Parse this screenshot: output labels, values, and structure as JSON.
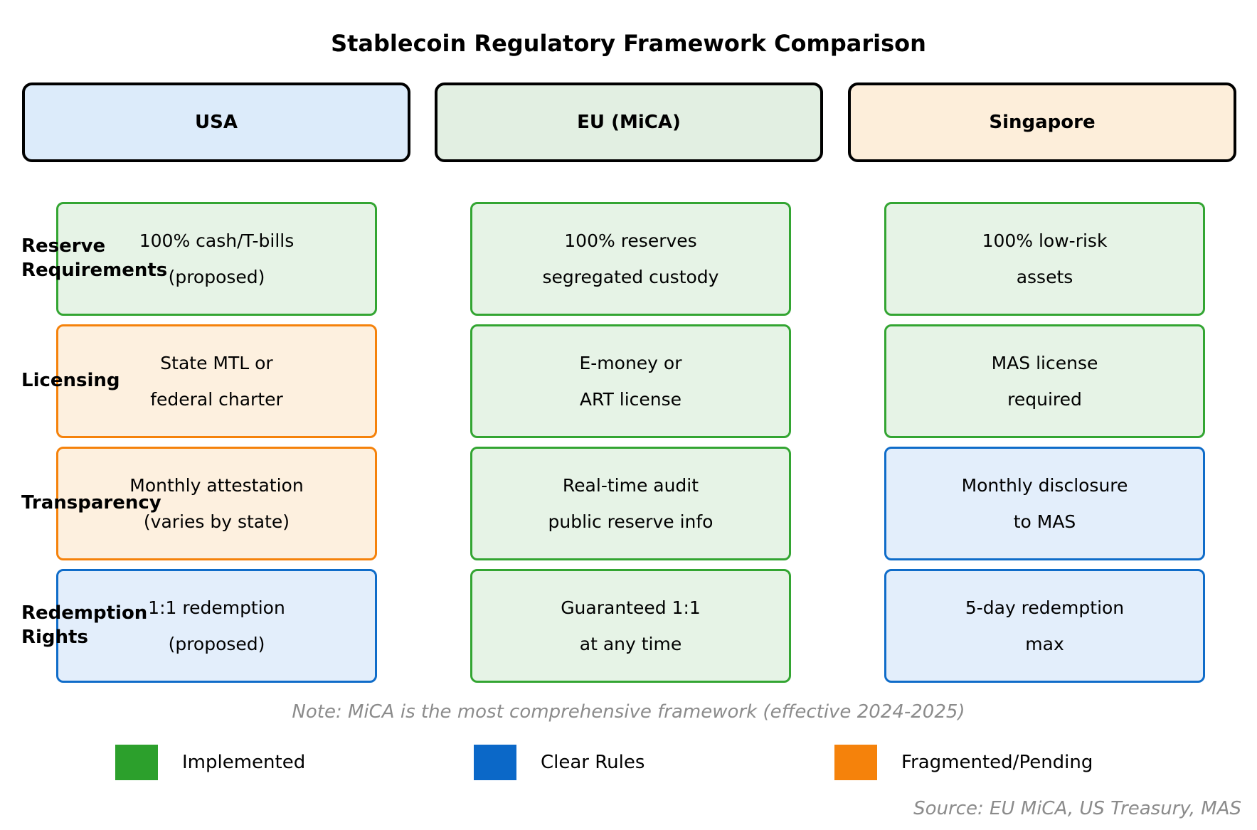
{
  "title": "Stablecoin Regulatory Framework Comparison",
  "columns": [
    {
      "label": "USA"
    },
    {
      "label": "EU (MiCA)"
    },
    {
      "label": "Singapore"
    }
  ],
  "rows": [
    {
      "label": {
        "line1": "Reserve",
        "line2": "Requirements"
      },
      "cells": [
        {
          "line1": "100% cash/T-bills",
          "line2": "(proposed)",
          "status": "implemented"
        },
        {
          "line1": "100% reserves",
          "line2": "segregated custody",
          "status": "implemented"
        },
        {
          "line1": "100% low-risk",
          "line2": "assets",
          "status": "implemented"
        }
      ]
    },
    {
      "label": {
        "line1": "Licensing"
      },
      "cells": [
        {
          "line1": "State MTL or",
          "line2": "federal charter",
          "status": "fragmented-pending"
        },
        {
          "line1": "E-money or",
          "line2": "ART license",
          "status": "implemented"
        },
        {
          "line1": "MAS license",
          "line2": "required",
          "status": "implemented"
        }
      ]
    },
    {
      "label": {
        "line1": "Transparency"
      },
      "cells": [
        {
          "line1": "Monthly attestation",
          "line2": "(varies by state)",
          "status": "fragmented-pending"
        },
        {
          "line1": "Real-time audit",
          "line2": "public reserve info",
          "status": "implemented"
        },
        {
          "line1": "Monthly disclosure",
          "line2": "to MAS",
          "status": "clear-rules"
        }
      ]
    },
    {
      "label": {
        "line1": "Redemption",
        "line2": "Rights"
      },
      "cells": [
        {
          "line1": "1:1 redemption",
          "line2": "(proposed)",
          "status": "clear-rules"
        },
        {
          "line1": "Guaranteed 1:1",
          "line2": "at any time",
          "status": "implemented"
        },
        {
          "line1": "5-day redemption",
          "line2": "max",
          "status": "implemented"
        }
      ]
    }
  ],
  "note": "Note: MiCA is the most comprehensive framework (effective 2024-2025)",
  "legend": [
    {
      "label": "Implemented",
      "color": "#2ca02c"
    },
    {
      "label": "Clear Rules",
      "color": "#0b68c8"
    },
    {
      "label": "Fragmented/Pending",
      "color": "#f5820b"
    }
  ],
  "source": "Source: EU MiCA, US Treasury, MAS",
  "colors": {
    "header_usa_fill": "#dcebfa",
    "header_eu_fill": "#e2efe2",
    "header_sg_fill": "#fdeeda",
    "implemented_border": "#33a532",
    "implemented_fill": "#e6f3e6",
    "clear_rules_border": "#0f6cc9",
    "clear_rules_fill": "#e3eefb",
    "fragmented_border": "#f5820b",
    "fragmented_fill": "#fdf0df"
  }
}
